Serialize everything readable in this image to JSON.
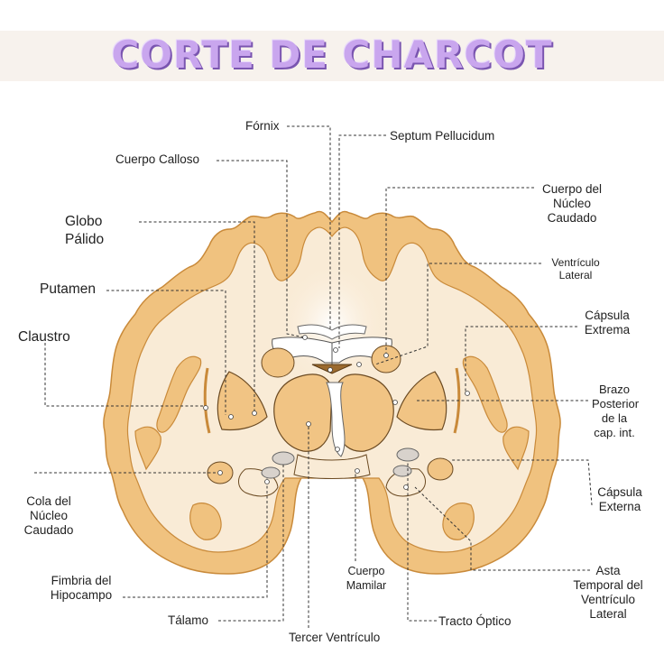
{
  "title": "CORTE DE CHARCOT",
  "labels": {
    "fornix": "Fórnix",
    "septum": "Septum Pellucidum",
    "cuerpo_calloso": "Cuerpo Calloso",
    "cuerpo_nucleo_caudado": "Cuerpo del\nNúcleo\nCaudado",
    "globo_palido": "Globo\nPálido",
    "ventriculo_lateral": "Ventrículo\nLateral",
    "putamen": "Putamen",
    "capsula_extrema": "Cápsula\nExtrema",
    "claustro": "Claustro",
    "brazo_posterior": "Brazo\nPosterior\nde la\ncap. int.",
    "capsula_externa": "Cápsula\nExterna",
    "cola_nucleo_caudado": "Cola del\nNúcleo\nCaudado",
    "cuerpo_mamilar": "Cuerpo\nMamilar",
    "asta_temporal": "Asta\nTemporal del\nVentrículo\nLateral",
    "fimbria": "Fimbria del\nHipocampo",
    "talamo": "Tálamo",
    "tracto_optico": "Tracto Óptico",
    "tercer_ventriculo": "Tercer Ventrículo"
  },
  "colors": {
    "cortex": "#f0c27f",
    "cortex_outline": "#c98a3a",
    "white_matter": "#f9ebd6",
    "nuclei": "#f1c484",
    "ventricle": "#ffffff",
    "title": "#c9a6ee"
  }
}
